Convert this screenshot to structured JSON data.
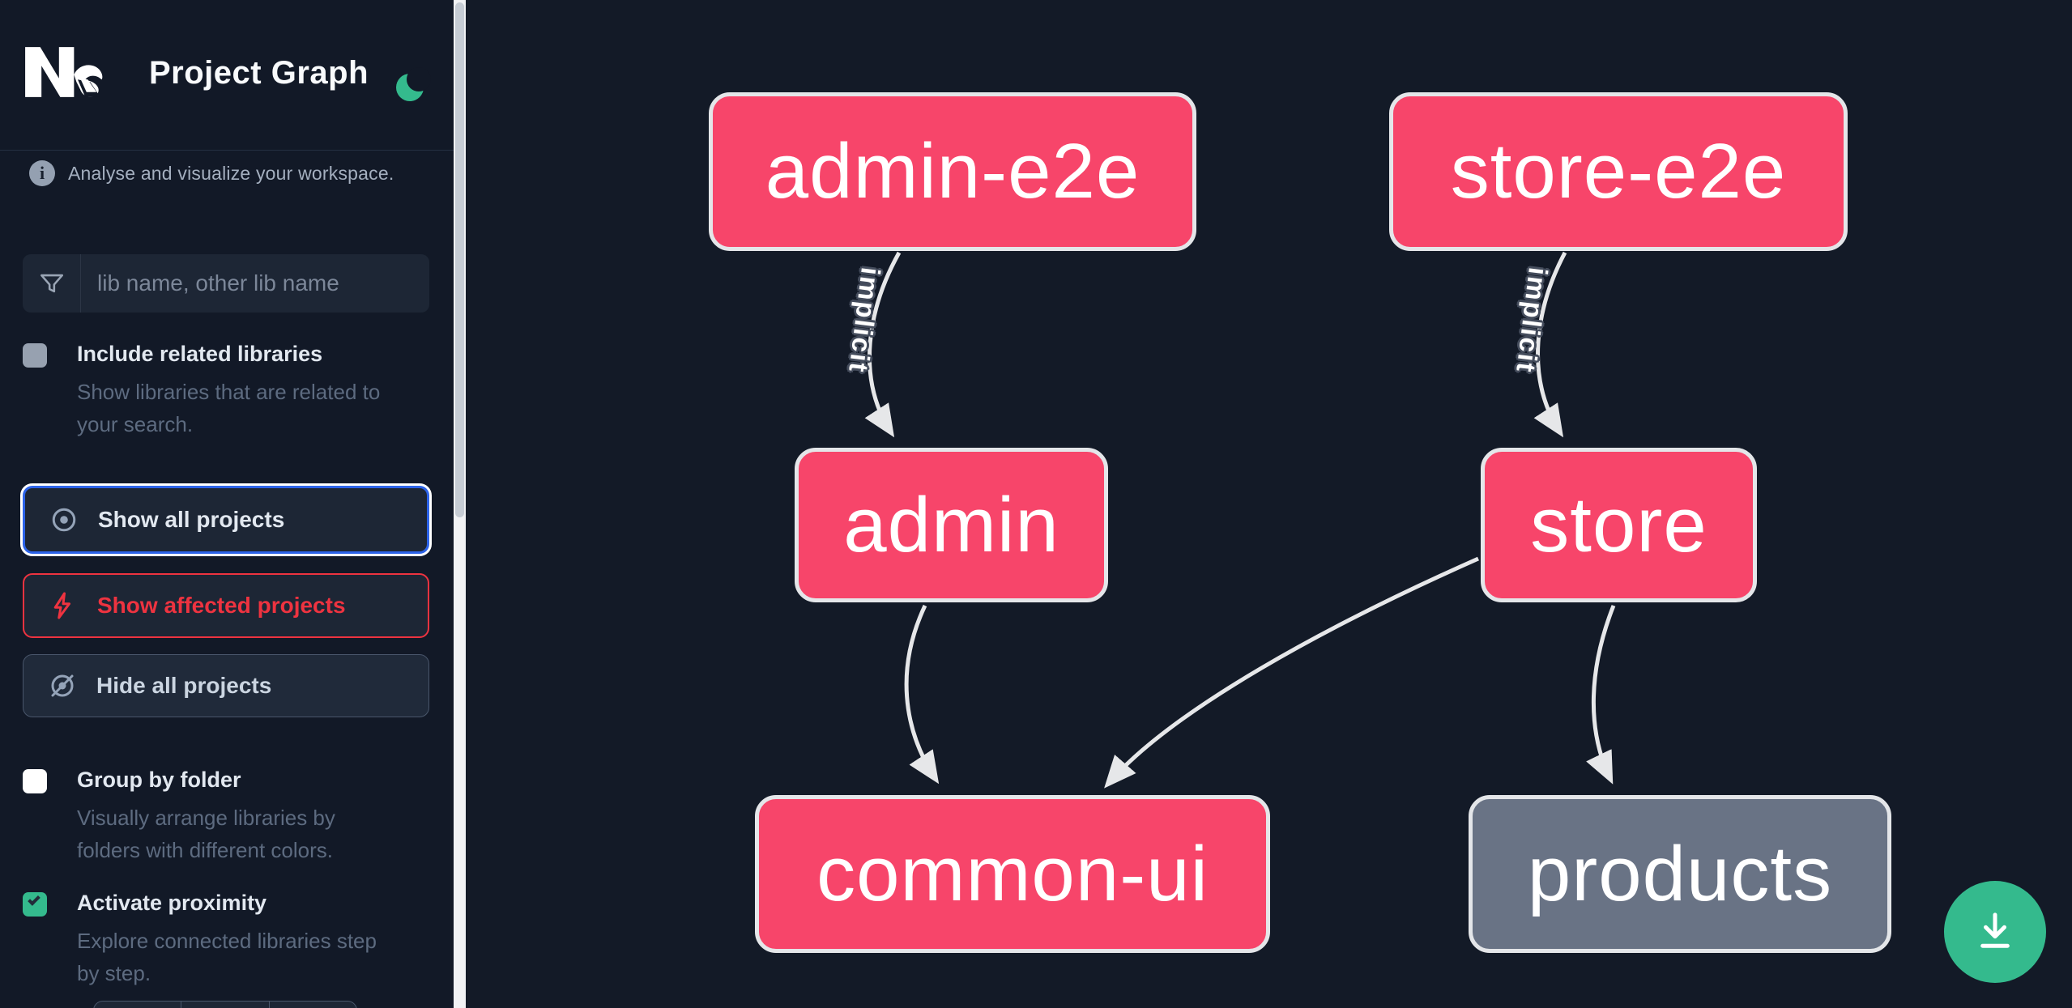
{
  "app": {
    "title": "Project Graph",
    "logo": "nx-logo",
    "theme_toggle_icon": "moon-icon"
  },
  "sidebar": {
    "tagline": "Analyse and visualize your workspace.",
    "search": {
      "placeholder": "lib name, other lib name",
      "icon": "funnel-icon"
    },
    "toggles": [
      {
        "label": "Include related libraries",
        "description": "Show libraries that are related to your search.",
        "desc_line1": "Show libraries that are related to",
        "desc_line2": "your search.",
        "checked": false
      },
      {
        "label": "Group by folder",
        "description": "Visually arrange libraries by folders with different colors.",
        "desc_line1": "Visually arrange libraries by",
        "desc_line2": "folders with different colors.",
        "checked": false
      },
      {
        "label": "Activate proximity",
        "description": "Explore connected libraries step by step.",
        "desc_line1": "Explore connected libraries step",
        "desc_line2": "by step.",
        "checked": true
      }
    ],
    "actions": [
      {
        "label": "Show all projects",
        "icon": "eye-icon",
        "state": "focused"
      },
      {
        "label": "Show affected projects",
        "icon": "bolt-icon",
        "state": "affected"
      },
      {
        "label": "Hide all projects",
        "icon": "eye-off-icon",
        "state": "default"
      }
    ]
  },
  "graph": {
    "nodes": [
      {
        "id": "admin-e2e",
        "label": "admin-e2e",
        "color": "pink"
      },
      {
        "id": "store-e2e",
        "label": "store-e2e",
        "color": "pink"
      },
      {
        "id": "admin",
        "label": "admin",
        "color": "pink"
      },
      {
        "id": "store",
        "label": "store",
        "color": "pink"
      },
      {
        "id": "common-ui",
        "label": "common-ui",
        "color": "pink"
      },
      {
        "id": "products",
        "label": "products",
        "color": "gray"
      }
    ],
    "edges": [
      {
        "from": "admin-e2e",
        "to": "admin",
        "label": "implicit"
      },
      {
        "from": "store-e2e",
        "to": "store",
        "label": "implicit"
      },
      {
        "from": "admin",
        "to": "common-ui",
        "label": ""
      },
      {
        "from": "store",
        "to": "common-ui",
        "label": ""
      },
      {
        "from": "store",
        "to": "products",
        "label": ""
      }
    ]
  },
  "fab": {
    "icon": "download-icon"
  },
  "colors": {
    "background": "#131a27",
    "node_pink": "#f7456a",
    "node_gray": "#697385",
    "node_border": "#e4e6e9",
    "edge": "#e6e7e9",
    "accent_green": "#34ba8d",
    "accent_blue": "#2c63e9",
    "accent_red": "#ee3340"
  }
}
